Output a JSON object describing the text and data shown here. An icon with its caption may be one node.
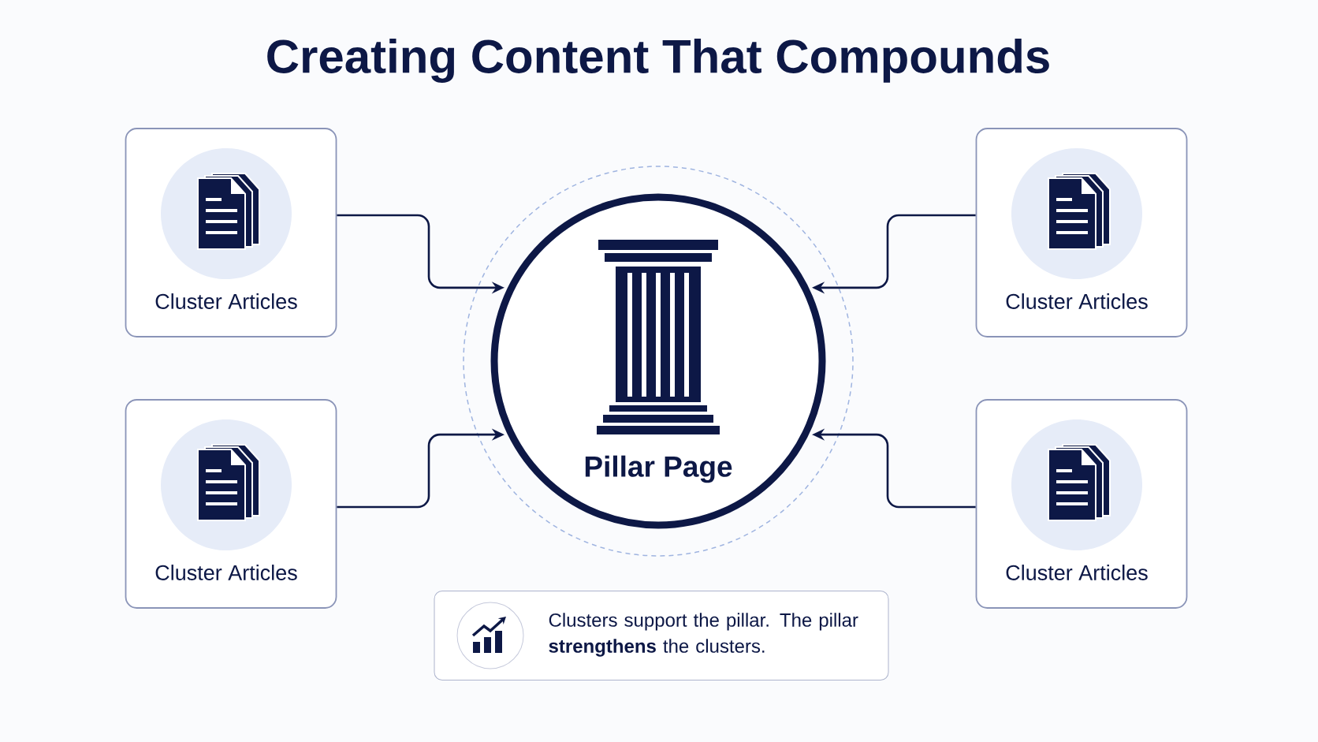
{
  "diagram": {
    "title": "Creating Content That Compounds",
    "nodes": [
      {
        "text": [
          "Cluster Articles"
        ]
      },
      {
        "text": [
          "Pillar Page"
        ]
      },
      {
        "text": [
          "Cluster Articles"
        ]
      },
      {
        "text": [
          "Cluster Articles"
        ]
      },
      {
        "text": [
          "Cluster Articles"
        ]
      },
      {
        "text": [
          "Clusters support the pillar. The pillar **strengthens** the clusters."
        ]
      }
    ],
    "edges": [
      {
        "from": 0,
        "to": 1,
        "arrow": "to"
      },
      {
        "from": 2,
        "to": 1,
        "arrow": "to"
      },
      {
        "from": 3,
        "to": 1,
        "arrow": "to"
      },
      {
        "from": 4,
        "to": 1,
        "arrow": "to"
      }
    ]
  }
}
